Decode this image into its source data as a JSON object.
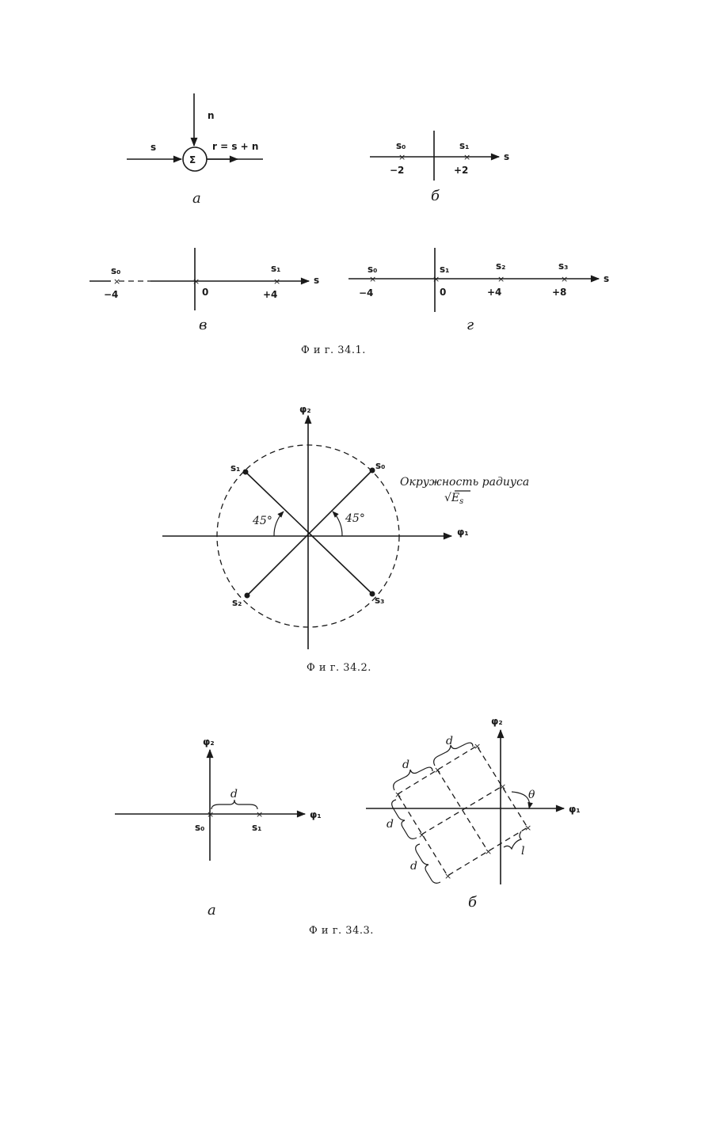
{
  "fig_34_1": {
    "a": {
      "noise": "n",
      "signal": "s",
      "sum_symbol": "Σ",
      "output": "r = s + n",
      "sublabel": "а"
    },
    "b": {
      "s0": "s₀",
      "s1": "s₁",
      "axis": "s",
      "v0": "−2",
      "v1": "+2",
      "sublabel": "б"
    },
    "c": {
      "s0": "s₀",
      "s1": "s₁",
      "axis": "s",
      "v0": "−4",
      "vmid": "0",
      "v1": "+4",
      "sublabel": "в"
    },
    "d": {
      "s0": "s₀",
      "s1": "s₁",
      "s2": "s₂",
      "s3": "s₃",
      "axis": "s",
      "v0": "−4",
      "v1": "0",
      "v2": "+4",
      "v3": "+8",
      "sublabel": "г"
    },
    "caption": "Ф и г.    34.1."
  },
  "fig_34_2": {
    "axis_v": "φ₂",
    "axis_h": "φ₁",
    "s0": "s₀",
    "s1": "s₁",
    "s2": "s₂",
    "s3": "s₃",
    "angle_left": "45°",
    "angle_right": "45°",
    "circle_label": "Окружность радиуса",
    "radius_label": "√E",
    "radius_sub": "s",
    "caption": "Ф и г.    34.2."
  },
  "fig_34_3": {
    "a": {
      "axis_v": "φ₂",
      "axis_h": "φ₁",
      "d": "d",
      "s0": "s₀",
      "s1": "s₁",
      "sublabel": "а"
    },
    "b": {
      "axis_v": "φ₂",
      "axis_h": "φ₁",
      "d1": "d",
      "d2": "d",
      "d3": "d",
      "d4": "d",
      "theta": "θ",
      "l": "l",
      "sublabel": "б"
    },
    "caption": "Ф и г.    34.3."
  }
}
